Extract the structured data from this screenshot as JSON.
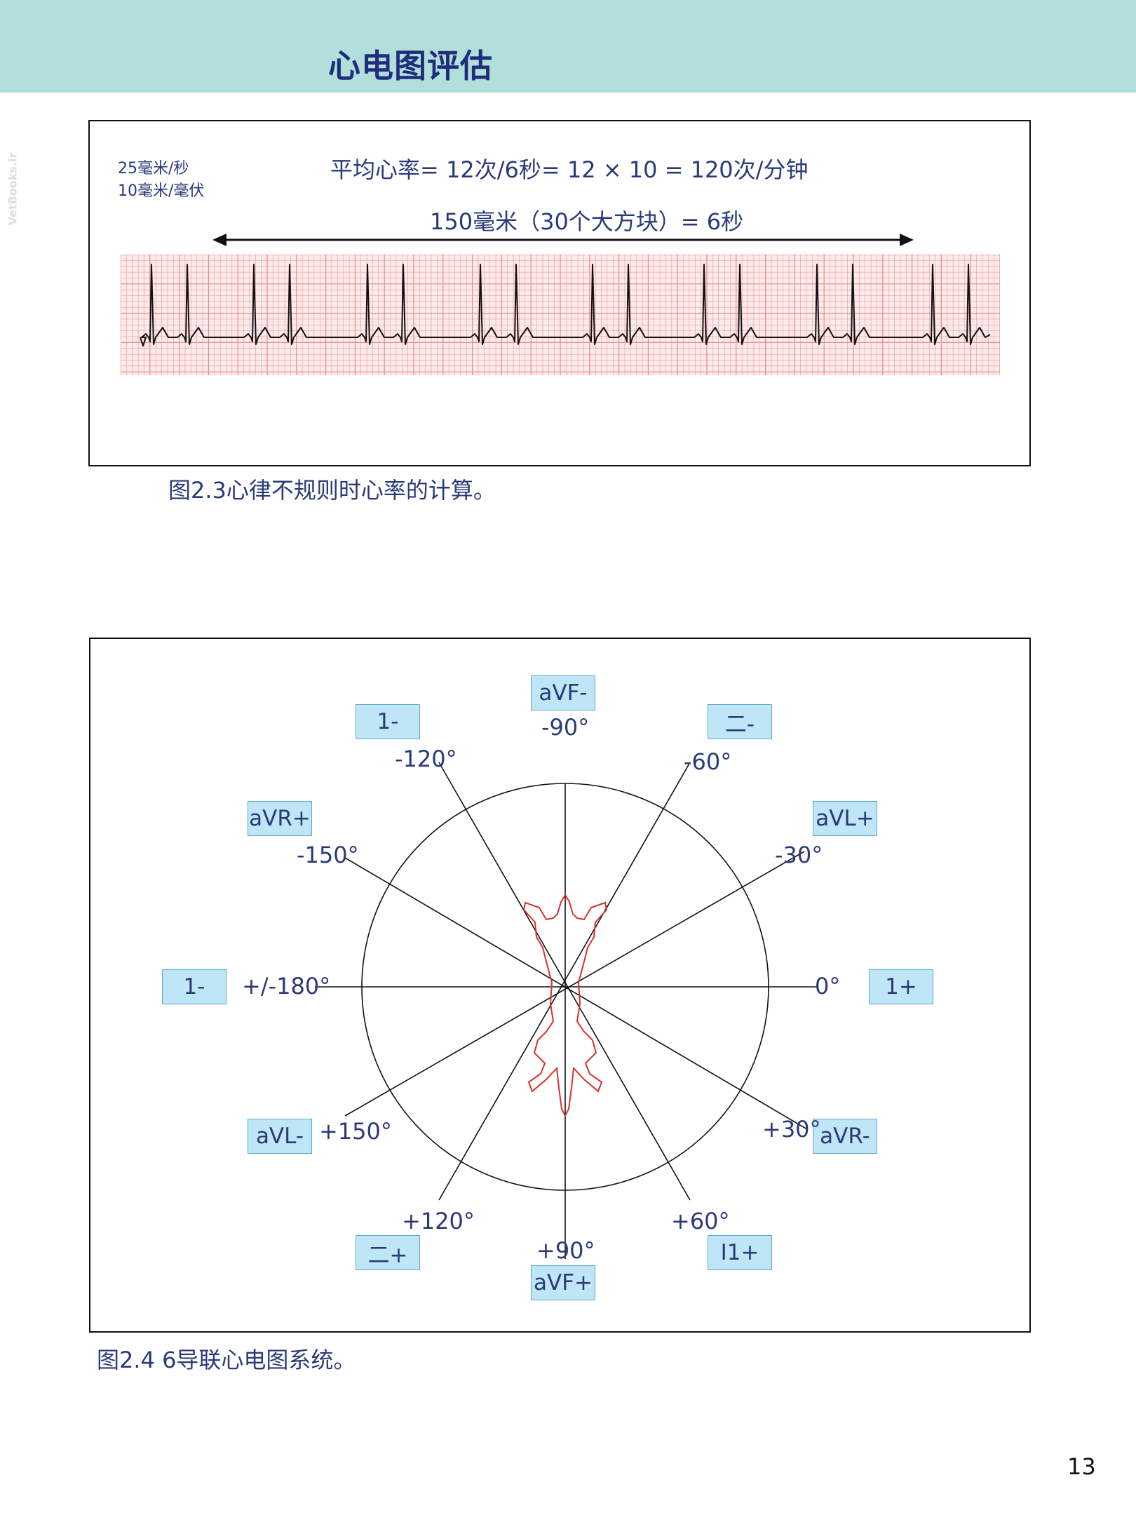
{
  "header": {
    "title": "心电图评估"
  },
  "watermark": "VetBooks.ir",
  "figure_2_3": {
    "paper_speed": "25毫米/秒",
    "sensitivity": "10毫米/毫伏",
    "heart_rate_formula": "平均心率= 12次/6秒= 12 × 10 = 120次/分钟",
    "span_label": "150毫米（30个大方块）= 6秒",
    "caption": "图2.3心律不规则时心率的计算。"
  },
  "figure_2_4": {
    "leads": {
      "avf_minus": "aVF-",
      "ii_minus": "二-",
      "avl_plus": "aVL+",
      "i_plus": "1+",
      "avr_minus": "aVR-",
      "iii_plus": "I1+",
      "avf_plus": "aVF+",
      "ii_plus": "二+",
      "avl_minus": "aVL-",
      "i_minus": "1-",
      "avr_plus": "aVR+",
      "iii_minus": "1-"
    },
    "degrees": {
      "d_m90": "-90°",
      "d_m60": "-60°",
      "d_m30": "-30°",
      "d_0": "0°",
      "d_p30": "+30°",
      "d_p60": "+60°",
      "d_p90": "+90°",
      "d_p120": "+120°",
      "d_p150": "+150°",
      "d_180": "+/-180°",
      "d_m150": "-150°",
      "d_m120": "-120°"
    },
    "caption": "图2.4 6导联心电图系统。"
  },
  "page_number": "13",
  "colors": {
    "header_bg": "#b1dfdb",
    "lead_box": "#bfe6f6",
    "ecg_grid": "#e98a8a",
    "animal_outline": "#d9302c"
  }
}
